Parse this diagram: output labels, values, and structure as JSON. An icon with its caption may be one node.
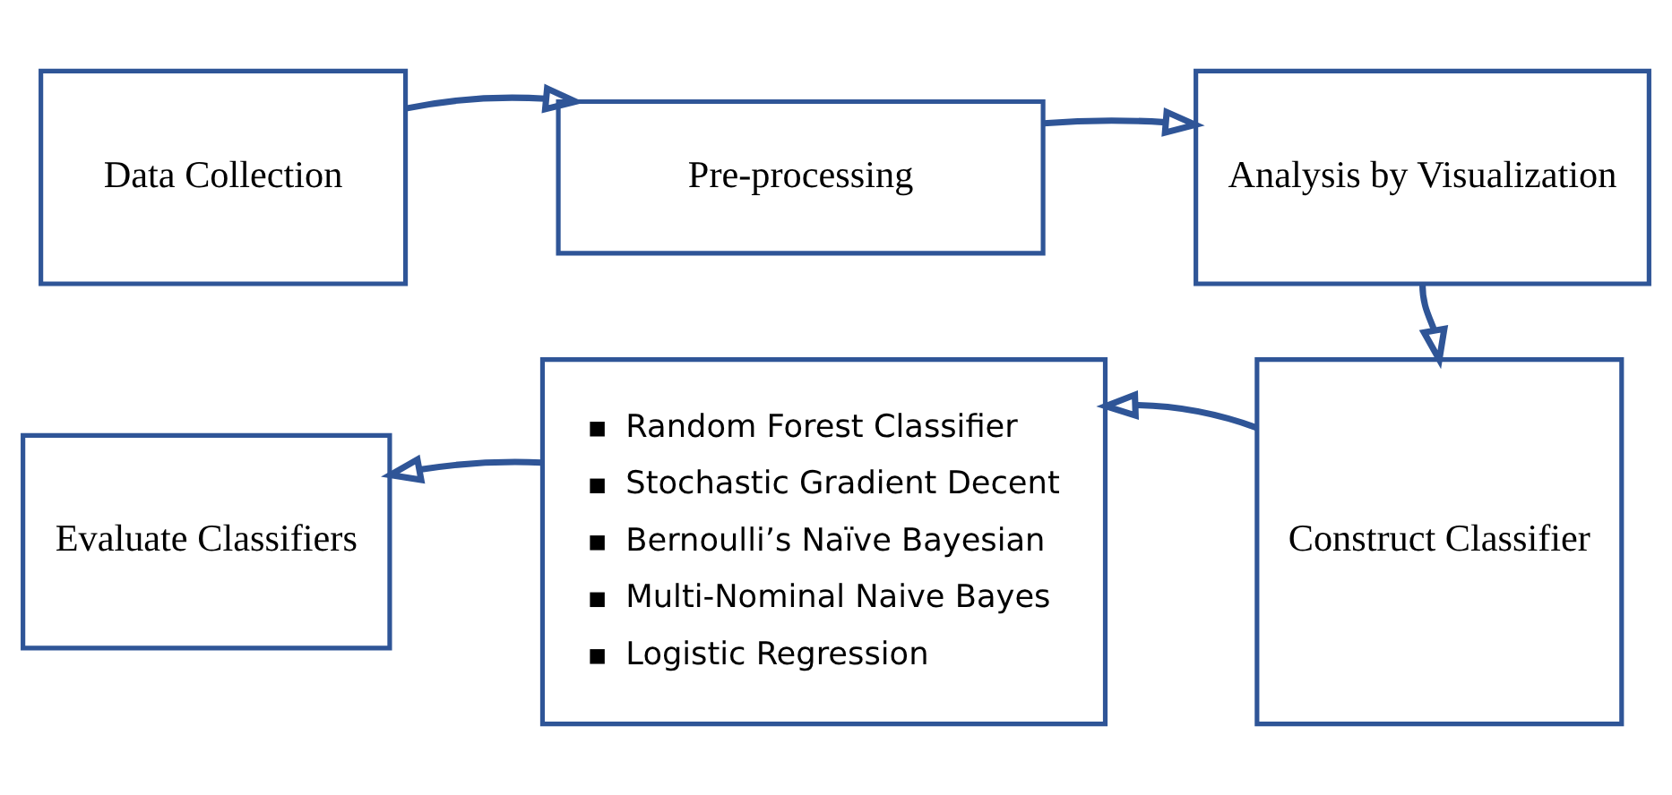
{
  "diagram": {
    "nodes": [
      {
        "text": [
          "Data Collection"
        ]
      },
      {
        "text": [
          "Pre-processing"
        ]
      },
      {
        "text": [
          "Analysis by Visualization"
        ]
      },
      {
        "text": [
          "Evaluate Classifiers"
        ]
      },
      {
        "text": [
          "Random Forest Classifier",
          "Stochastic Gradient Decent",
          "Bernoulli’s Naïve Bayesian",
          "Multi-Nominal Naive Bayes",
          "Logistic Regression"
        ]
      },
      {
        "text": [
          "Construct Classifier"
        ]
      }
    ],
    "edges": [
      {
        "from": 0,
        "to": 1,
        "arrow": "to"
      },
      {
        "from": 1,
        "to": 2,
        "arrow": "to"
      },
      {
        "from": 2,
        "to": 5,
        "arrow": "to"
      },
      {
        "from": 5,
        "to": 4,
        "arrow": "to"
      },
      {
        "from": 4,
        "to": 3,
        "arrow": "to"
      }
    ]
  }
}
